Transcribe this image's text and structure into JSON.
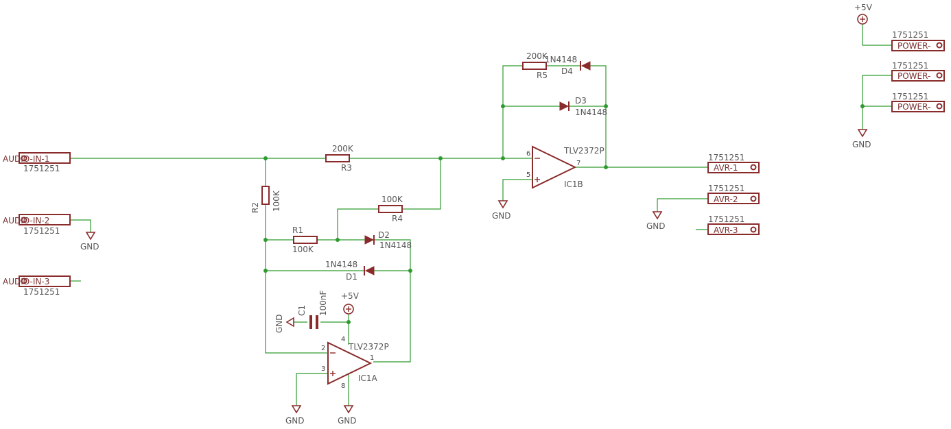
{
  "colors": {
    "wire": "#2f9a2f",
    "symbol": "#8a2b2b",
    "text": "#555555"
  },
  "labels": {
    "gnd": "GND",
    "vcc": "+5V",
    "part": "1751251",
    "opamp_value": "TLV2372P",
    "diode_value": "1N4148",
    "cap_value": "100nF",
    "r200k": "200K",
    "r100k": "100K"
  },
  "connectors": {
    "audio_in_1": "AUDIO-IN-1",
    "audio_in_2": "AUDIO-IN-2",
    "audio_in_3": "AUDIO-IN-3",
    "avr_1": "AVR-1",
    "avr_2": "AVR-2",
    "avr_3": "AVR-3",
    "power": "POWER-"
  },
  "parts": {
    "r1": "R1",
    "r2": "R2",
    "r3": "R3",
    "r4": "R4",
    "r5": "R5",
    "d1": "D1",
    "d2": "D2",
    "d3": "D3",
    "d4": "D4",
    "c1": "C1",
    "ic1a": "IC1A",
    "ic1b": "IC1B"
  },
  "pins": {
    "p1": "1",
    "p2": "2",
    "p3": "3",
    "p4": "4",
    "p5": "5",
    "p6": "6",
    "p7": "7",
    "p8": "8"
  }
}
